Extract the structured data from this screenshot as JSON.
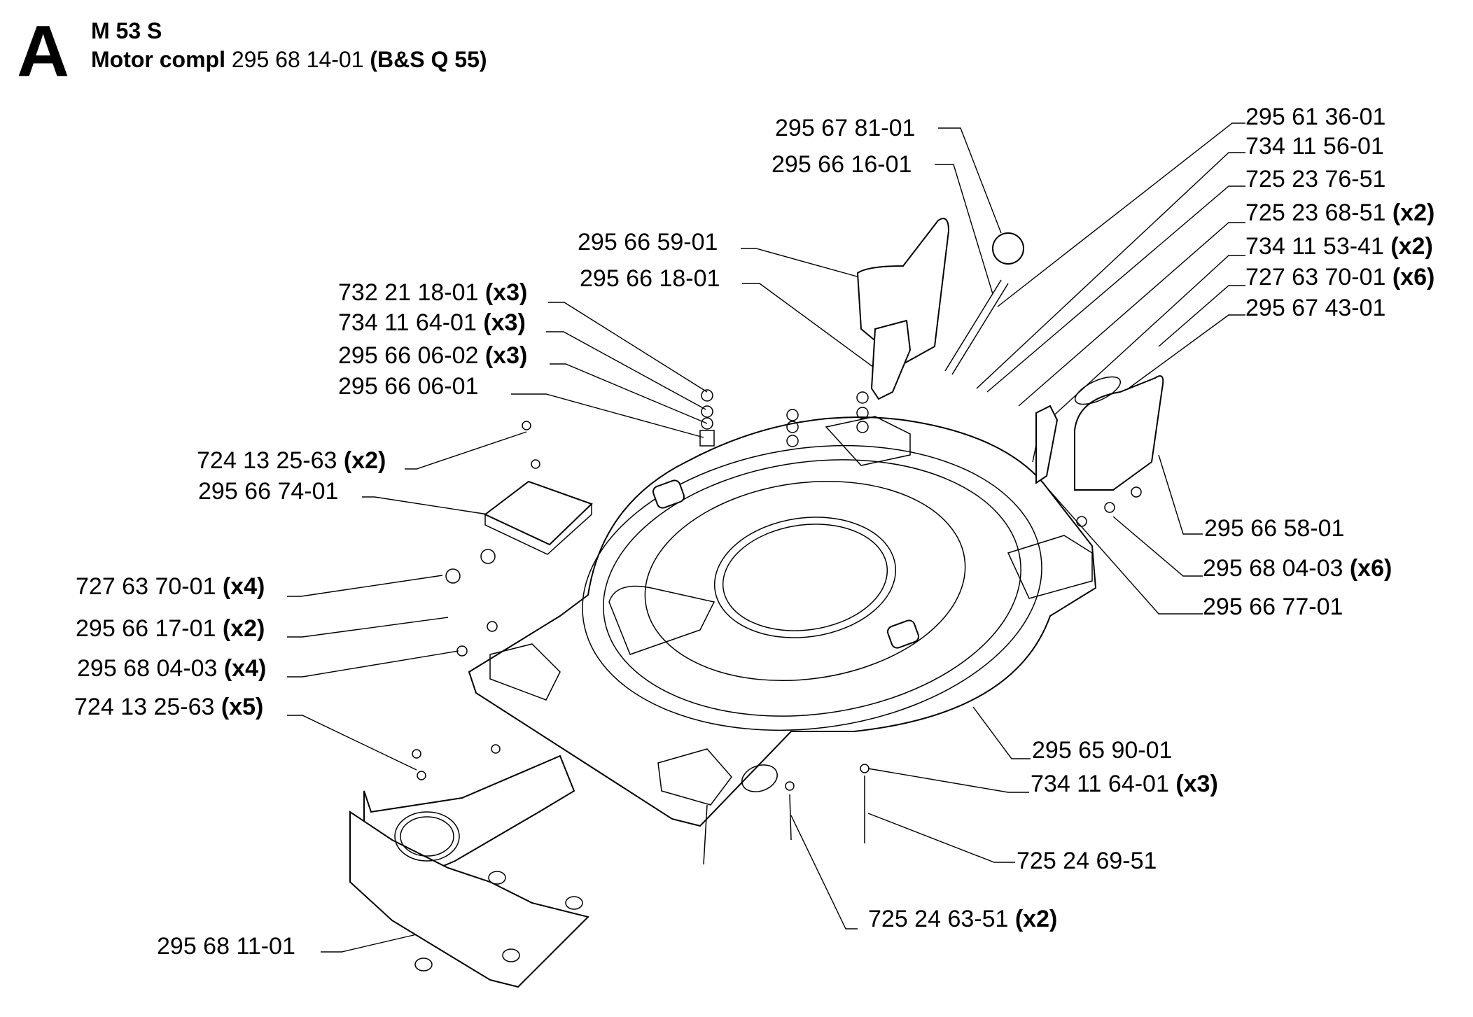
{
  "header": {
    "section_letter": "A",
    "model": "M 53 S",
    "title_prefix": "Motor compl",
    "title_part_number": "295 68 14-01",
    "title_suffix": "(B&S Q 55)"
  },
  "parts": [
    {
      "part_number": "295 67 81-01",
      "qty": ""
    },
    {
      "part_number": "295 66 16-01",
      "qty": ""
    },
    {
      "part_number": "295 61 36-01",
      "qty": ""
    },
    {
      "part_number": "734 11 56-01",
      "qty": ""
    },
    {
      "part_number": "725 23 76-51",
      "qty": ""
    },
    {
      "part_number": "725 23 68-51",
      "qty": "(x2)"
    },
    {
      "part_number": "734 11 53-41",
      "qty": "(x2)"
    },
    {
      "part_number": "727 63 70-01",
      "qty": "(x6)"
    },
    {
      "part_number": "295 67 43-01",
      "qty": ""
    },
    {
      "part_number": "295 66 59-01",
      "qty": ""
    },
    {
      "part_number": "295 66 18-01",
      "qty": ""
    },
    {
      "part_number": "732 21 18-01",
      "qty": "(x3)"
    },
    {
      "part_number": "734 11 64-01",
      "qty": "(x3)"
    },
    {
      "part_number": "295 66 06-02",
      "qty": "(x3)"
    },
    {
      "part_number": "295 66 06-01",
      "qty": ""
    },
    {
      "part_number": "724 13 25-63",
      "qty": "(x2)"
    },
    {
      "part_number": "295 66 74-01",
      "qty": ""
    },
    {
      "part_number": "727 63 70-01",
      "qty": "(x4)"
    },
    {
      "part_number": "295 66 17-01",
      "qty": "(x2)"
    },
    {
      "part_number": "295 68 04-03",
      "qty": "(x4)"
    },
    {
      "part_number": "724 13 25-63",
      "qty": "(x5)"
    },
    {
      "part_number": "295 68 11-01",
      "qty": ""
    },
    {
      "part_number": "295 66 58-01",
      "qty": ""
    },
    {
      "part_number": "295 68 04-03",
      "qty": "(x6)"
    },
    {
      "part_number": "295 66 77-01",
      "qty": ""
    },
    {
      "part_number": "295 65 90-01",
      "qty": ""
    },
    {
      "part_number": "734 11 64-01",
      "qty": "(x3)"
    },
    {
      "part_number": "725 24 69-51",
      "qty": ""
    },
    {
      "part_number": "725 24 63-51",
      "qty": "(x2)"
    }
  ]
}
